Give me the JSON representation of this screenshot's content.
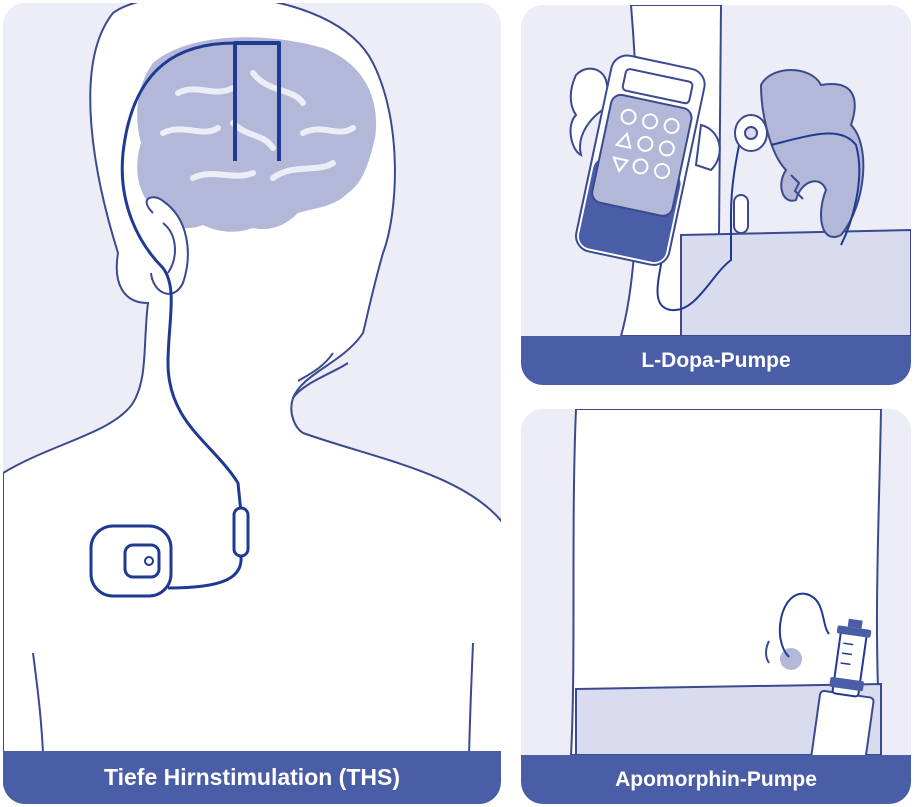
{
  "panels": {
    "ths": {
      "caption": "Tiefe Hirnstimulation (THS)"
    },
    "ldopa": {
      "caption": "L-Dopa-Pumpe"
    },
    "apomorphin": {
      "caption": "Apomorphin-Pumpe"
    }
  },
  "colors": {
    "panel_background": "#ecedf7",
    "caption_background": "#4a5ea7",
    "caption_text": "#ffffff",
    "outline": "#3b4a8f",
    "lead_wire": "#1f3a93",
    "brain_fill": "#b3b8d9",
    "device_fill": "#4a5ea7",
    "clothing_fill": "#d9dbee"
  },
  "icons": [
    "brain-illustration",
    "stimulator-device-icon",
    "infusion-pump-icon",
    "syringe-pump-icon"
  ]
}
